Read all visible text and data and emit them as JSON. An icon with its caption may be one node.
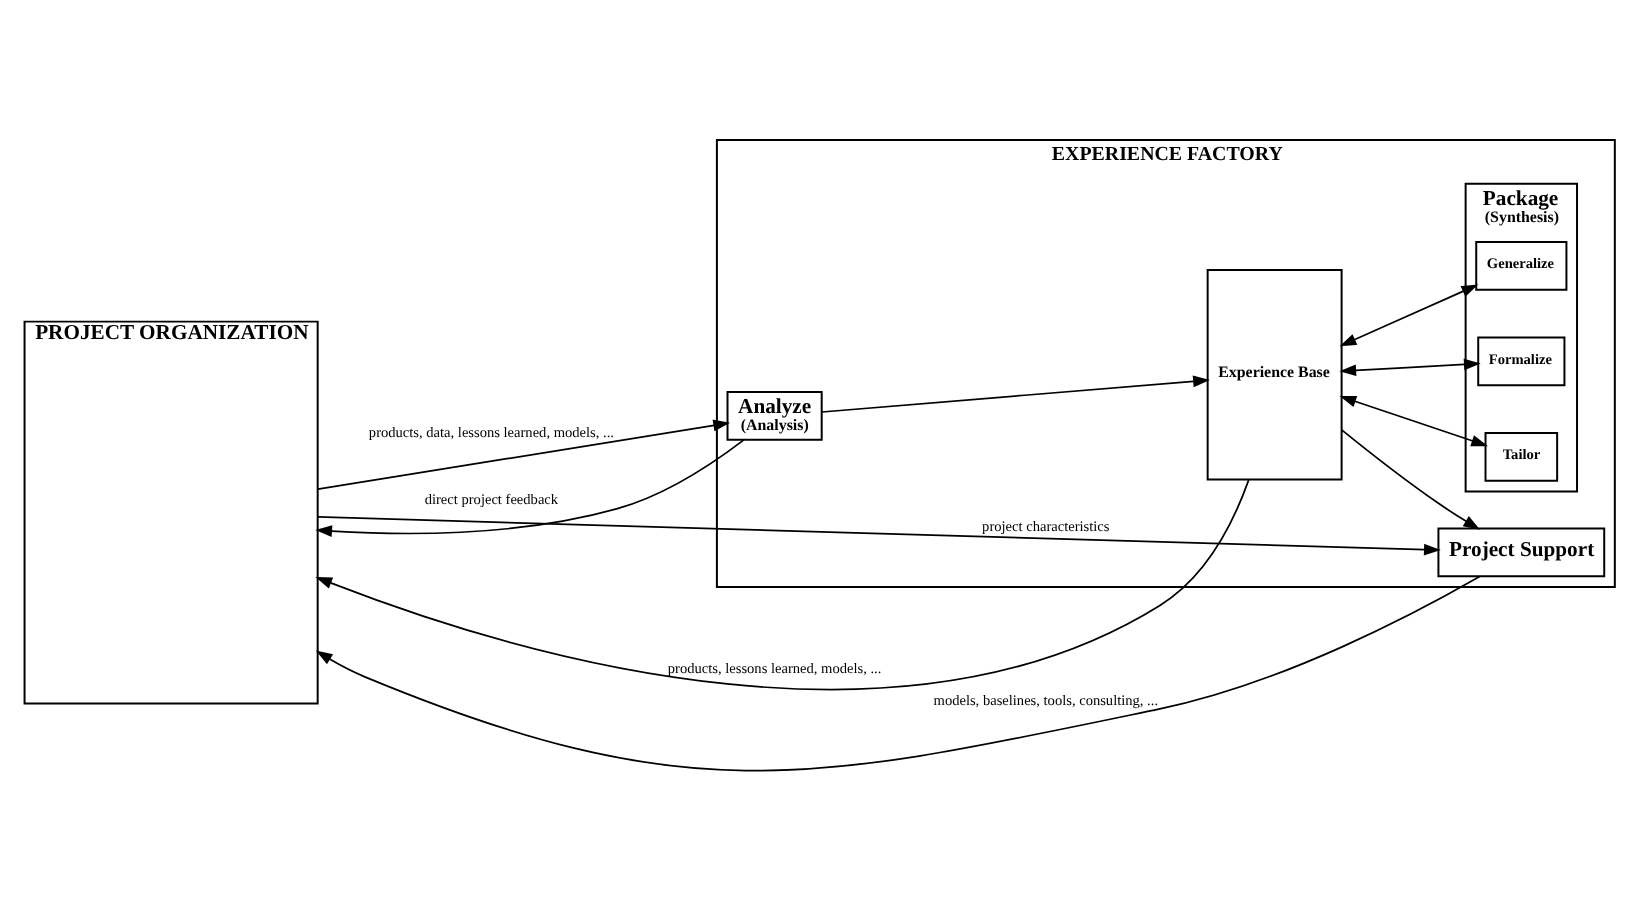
{
  "diagram": {
    "nodes": [
      {
        "text": [
          "PROJECT ORGANIZATION"
        ]
      },
      {
        "text": [
          "EXPERIENCE FACTORY"
        ]
      },
      {
        "text": [
          "Analyze",
          "(Analysis)"
        ],
        "in": 1
      },
      {
        "text": [
          "Experience Base"
        ],
        "in": 1
      },
      {
        "text": [
          "Package",
          "(Synthesis)"
        ],
        "in": 1
      },
      {
        "text": [
          "Generalize"
        ],
        "in": 4
      },
      {
        "text": [
          "Tailor"
        ],
        "in": 4
      },
      {
        "text": [
          "Formalize"
        ],
        "in": 4
      },
      {
        "text": [
          "Project Support"
        ],
        "in": 1
      }
    ],
    "edges": [
      {
        "from": 0,
        "to": 2,
        "arrow": "to",
        "label": "products, data, lessons learned, models, ..."
      },
      {
        "from": 2,
        "to": 0,
        "arrow": "to",
        "label": "direct project feedback"
      },
      {
        "from": 3,
        "to": 0,
        "arrow": "to",
        "label": "products, lessons learned, models, ..."
      },
      {
        "from": 0,
        "to": 8,
        "arrow": "to",
        "label": "project characteristics"
      },
      {
        "from": 8,
        "to": 0,
        "arrow": "to",
        "label": "models, baselines, tools, consulting, ..."
      },
      {
        "from": 2,
        "to": 3,
        "arrow": "to"
      },
      {
        "from": 3,
        "to": 8,
        "arrow": "to"
      },
      {
        "from": 3,
        "to": 5,
        "arrow": "both"
      },
      {
        "from": 3,
        "to": 6,
        "arrow": "both"
      },
      {
        "from": 3,
        "to": 7,
        "arrow": "both"
      }
    ]
  }
}
